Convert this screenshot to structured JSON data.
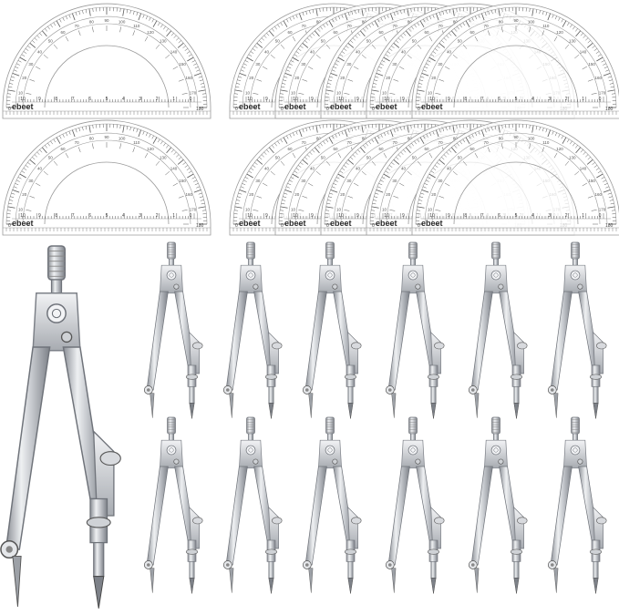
{
  "image": {
    "background": "#ffffff",
    "brand_text": "ebeet",
    "scale_end_label": "180",
    "scale_start_label": "0",
    "ruler_numbers": [
      "10",
      "9",
      "8",
      "7",
      "6",
      "5",
      "4",
      "3",
      "2",
      "1",
      "0"
    ],
    "protractor_rows": [
      {
        "single_count": 1,
        "stack_count": 5
      },
      {
        "single_count": 1,
        "stack_count": 5
      }
    ],
    "compass": {
      "large_count": 1,
      "small_grid": {
        "rows": 2,
        "cols": 6
      }
    },
    "colors": {
      "protractor_line": "#9a9a9a",
      "protractor_tick": "#5a5a5a",
      "metal_light": "#e9eaec",
      "metal_mid": "#b9bcc1",
      "metal_dark": "#7d8188"
    }
  }
}
